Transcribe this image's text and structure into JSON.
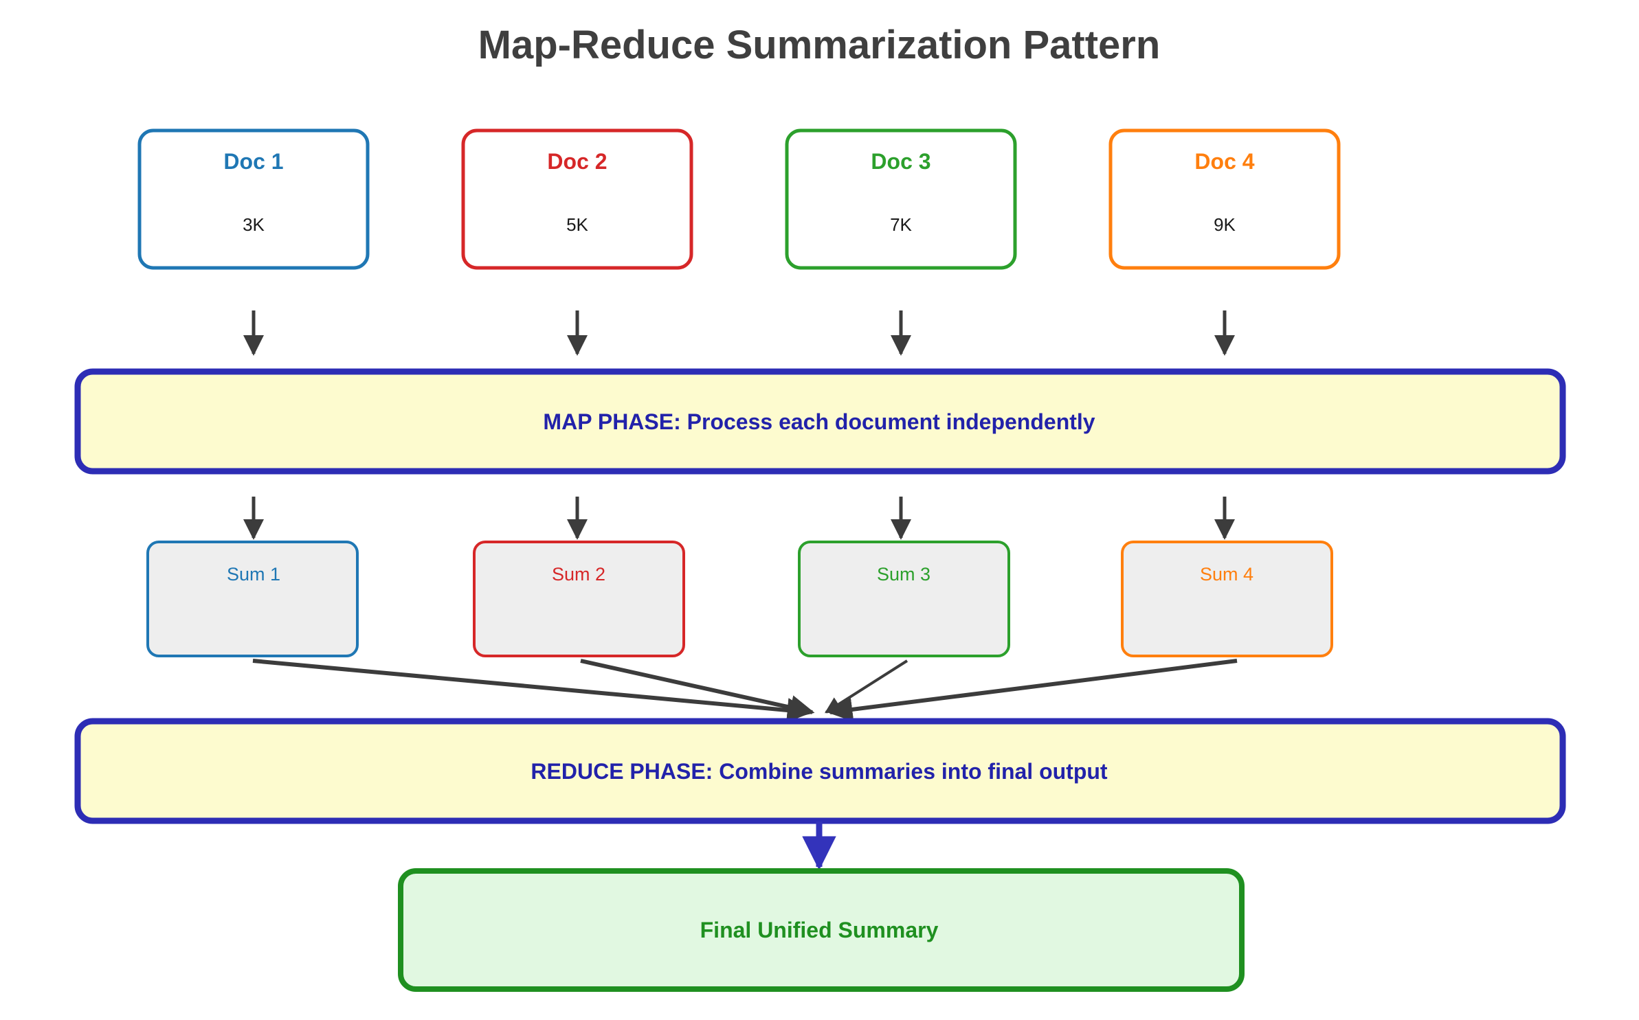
{
  "diagram": {
    "title": "Map-Reduce Summarization Pattern",
    "title_color": "#3f3f3f",
    "background": "#ffffff"
  },
  "documents": [
    {
      "label": "Doc 1",
      "size": "3K",
      "color": "#1f77b4"
    },
    {
      "label": "Doc 2",
      "size": "5K",
      "color": "#d62728"
    },
    {
      "label": "Doc 3",
      "size": "7K",
      "color": "#2ca02c"
    },
    {
      "label": "Doc 4",
      "size": "9K",
      "color": "#ff7f0e"
    }
  ],
  "map_phase": {
    "label": "MAP PHASE: Process each document independently",
    "fill": "#fdfbcf",
    "border": "#2d2db5",
    "text_color": "#2222aa"
  },
  "summaries": [
    {
      "label": "Sum 1",
      "color": "#1f77b4",
      "fill": "#eeeeee"
    },
    {
      "label": "Sum 2",
      "color": "#d62728",
      "fill": "#eeeeee"
    },
    {
      "label": "Sum 3",
      "color": "#2ca02c",
      "fill": "#eeeeee"
    },
    {
      "label": "Sum 4",
      "color": "#ff7f0e",
      "fill": "#eeeeee"
    }
  ],
  "reduce_phase": {
    "label": "REDUCE PHASE: Combine summaries into final output",
    "fill": "#fdfbcf",
    "border": "#2d2db5",
    "text_color": "#2222aa"
  },
  "final_output": {
    "label": "Final Unified Summary",
    "fill": "#e1f8e1",
    "border": "#1f9020",
    "text_color": "#1f9020"
  },
  "connectors": {
    "doc_to_map_arrow_color": "#3c3c3c",
    "map_to_sum_arrow_color": "#3c3c3c",
    "sum_to_reduce_arrow_color": "#3c3c3c",
    "reduce_to_final_arrow_color": "#3333bb"
  }
}
